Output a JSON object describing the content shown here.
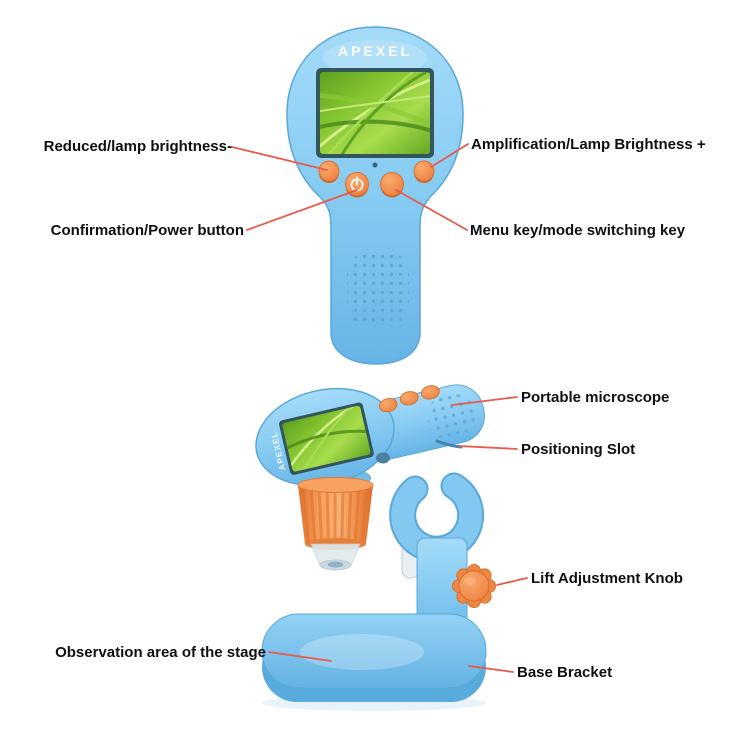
{
  "brand": "APEXEL",
  "top_view": {
    "labels": {
      "reduced_brightness": "Reduced/lamp brightness-",
      "amplification_brightness": "Amplification/Lamp Brightness +",
      "confirmation_power": "Confirmation/Power button",
      "menu_mode": "Menu key/mode switching key"
    }
  },
  "bottom_view": {
    "labels": {
      "portable_microscope": "Portable microscope",
      "positioning_slot": "Positioning Slot",
      "lift_adjustment_knob": "Lift Adjustment Knob",
      "observation_area": "Observation area of the stage",
      "base_bracket": "Base Bracket"
    }
  },
  "colors": {
    "device_blue": "#86cbf2",
    "device_blue_dark": "#5aa8d8",
    "button_orange": "#f08a4a",
    "screen_green": "#86c531",
    "annotation_line": "#e85a4a",
    "label_text": "#0f0f14"
  }
}
